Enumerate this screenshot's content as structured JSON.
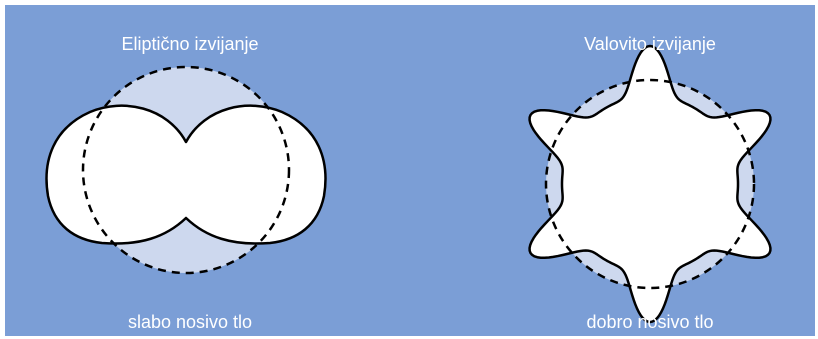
{
  "colors": {
    "background": "#7b9ed6",
    "soil_fill": "#cdd8ee",
    "deformed_fill": "#ffffff",
    "outline": "#000000",
    "text": "#ffffff"
  },
  "panels": [
    {
      "title": "Eliptično izvijanje",
      "subtitle": "slabo nosivo tlo"
    },
    {
      "title": "Valovito izvijanje",
      "subtitle": "dobro nosivo tlo"
    }
  ]
}
